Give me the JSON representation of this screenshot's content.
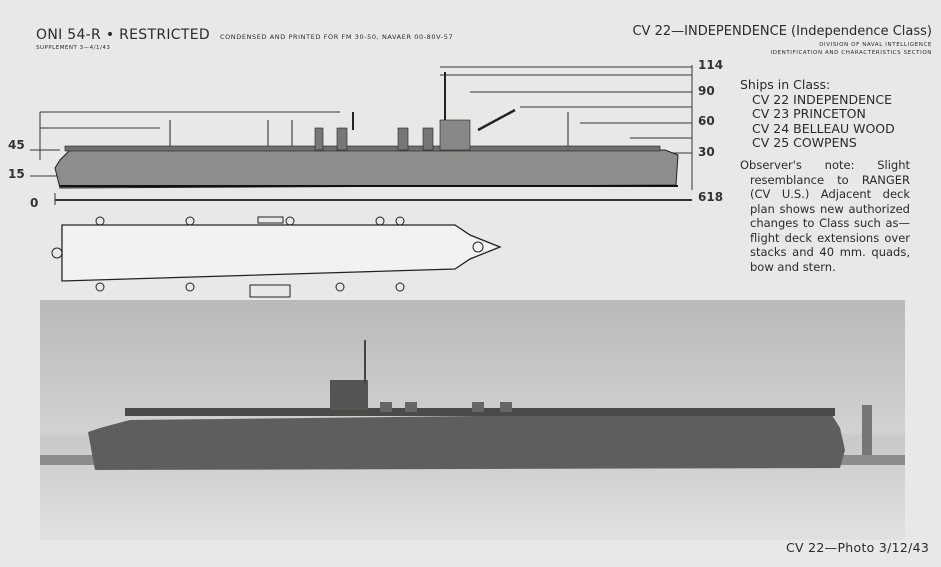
{
  "header": {
    "doc": "ONI 54-R • RESTRICTED",
    "printed": "CONDENSED AND PRINTED FOR FM 30-50, NAVAER 00-80V-57",
    "supplement": "SUPPLEMENT 3—4/1/43"
  },
  "title": "CV 22—INDEPENDENCE (Independence Class)",
  "division": [
    "DIVISION OF NAVAL INTELLIGENCE",
    "IDENTIFICATION AND CHARACTERISTICS SECTION"
  ],
  "ships_heading": "Ships in Class:",
  "ships": [
    "CV 22 INDEPENDENCE",
    "CV 23 PRINCETON",
    "CV 24 BELLEAU WOOD",
    "CV 25 COWPENS"
  ],
  "note": "Observer's note: Slight resemblance to RANGER (CV U.S.) Adjacent deck plan shows new authorized changes to Class such as—flight deck extensions over stacks and 40 mm. quads, bow and stern.",
  "scale_right": [
    "114",
    "90",
    "60",
    "30",
    "618"
  ],
  "scale_left": [
    "45",
    "15",
    "0"
  ],
  "caption": "CV 22—Photo 3/12/43"
}
